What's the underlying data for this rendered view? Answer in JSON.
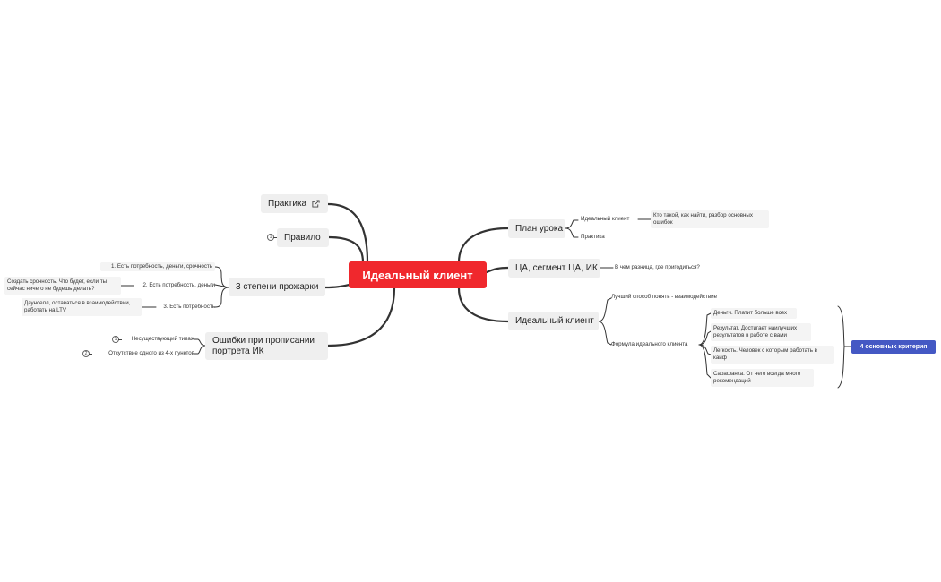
{
  "root": {
    "label": "Идеальный клиент"
  },
  "left": {
    "practice": {
      "label": "Практика",
      "icon": "external-link-icon"
    },
    "rule": {
      "label": "Правило",
      "note_icon": "1"
    },
    "roast": {
      "label": "3 степени прожарки",
      "items": [
        {
          "label": "1. Есть потребность, деньги, срочность",
          "detail": ""
        },
        {
          "label": "2. Есть потребность, деньги",
          "detail": "Создать срочность. Что будет, если ты сейчас ничего не будешь делать?"
        },
        {
          "label": "3. Есть потребность",
          "detail": "Даунселл, оставаться в взаимодействии, работать на LTV"
        }
      ]
    },
    "errors": {
      "label": "Ошибки при прописании портрета ИК",
      "items": [
        {
          "label": "Несуществующий типаж",
          "icon_number": "1"
        },
        {
          "label": "Отсутствие одного из 4-х пунктов",
          "icon_number": "2"
        }
      ]
    }
  },
  "right": {
    "plan": {
      "label": "План урока",
      "items": [
        {
          "label": "Идеальный клиент",
          "detail": "Кто такой, как найти, разбор основных ошибок"
        },
        {
          "label": "Практика"
        }
      ]
    },
    "ta": {
      "label": "ЦА, сегмент ЦА, ИК",
      "detail": "В чем разница, где пригодиться?"
    },
    "ideal": {
      "label": "Идеальный клиент",
      "best_way": "Лучший способ понять - взаимодействие",
      "formula": {
        "label": "Формула идеального клиента",
        "items": [
          "Деньги. Платит больше всех",
          "Результат. Достигает наилучших результатов в работе с вами",
          "Легкость. Человек с которым работать в кайф",
          "Сарафанка. От него всегда много рекомендаций"
        ],
        "summary": "4 основных критерия"
      }
    }
  },
  "colors": {
    "root": "#f0282d",
    "badge": "#4458c4",
    "node": "#efefef",
    "line": "#333333"
  }
}
